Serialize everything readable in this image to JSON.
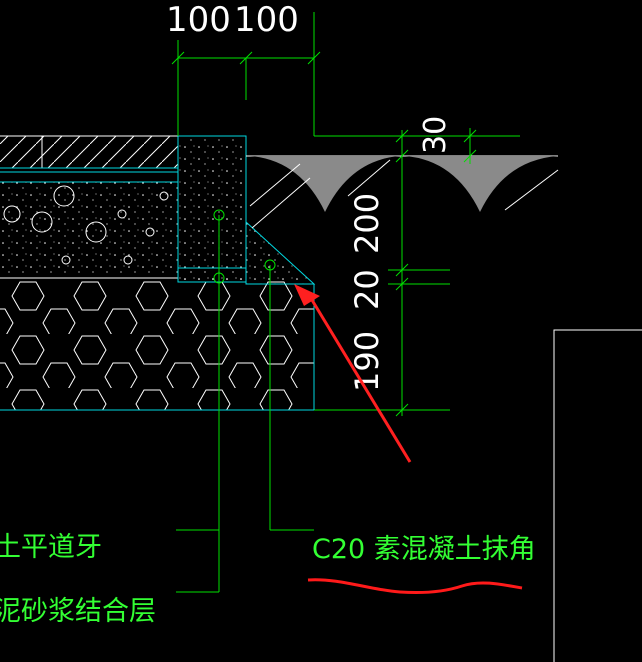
{
  "dimensions": {
    "top_left": "100",
    "top_right": "100",
    "right_top": "30",
    "v1": "200",
    "v2": "20",
    "v3": "190"
  },
  "labels": {
    "curb": "土平道牙",
    "mortar": "泥砂浆结合层",
    "fillet": "C20 素混凝土抹角"
  },
  "colors": {
    "background": "#000000",
    "dim_line": "#00e000",
    "outline": "#00d8e0",
    "text_green": "#33ff33",
    "arrow": "#ff2020",
    "underline": "#ff1a1a",
    "earth": "#8a8a8a"
  }
}
